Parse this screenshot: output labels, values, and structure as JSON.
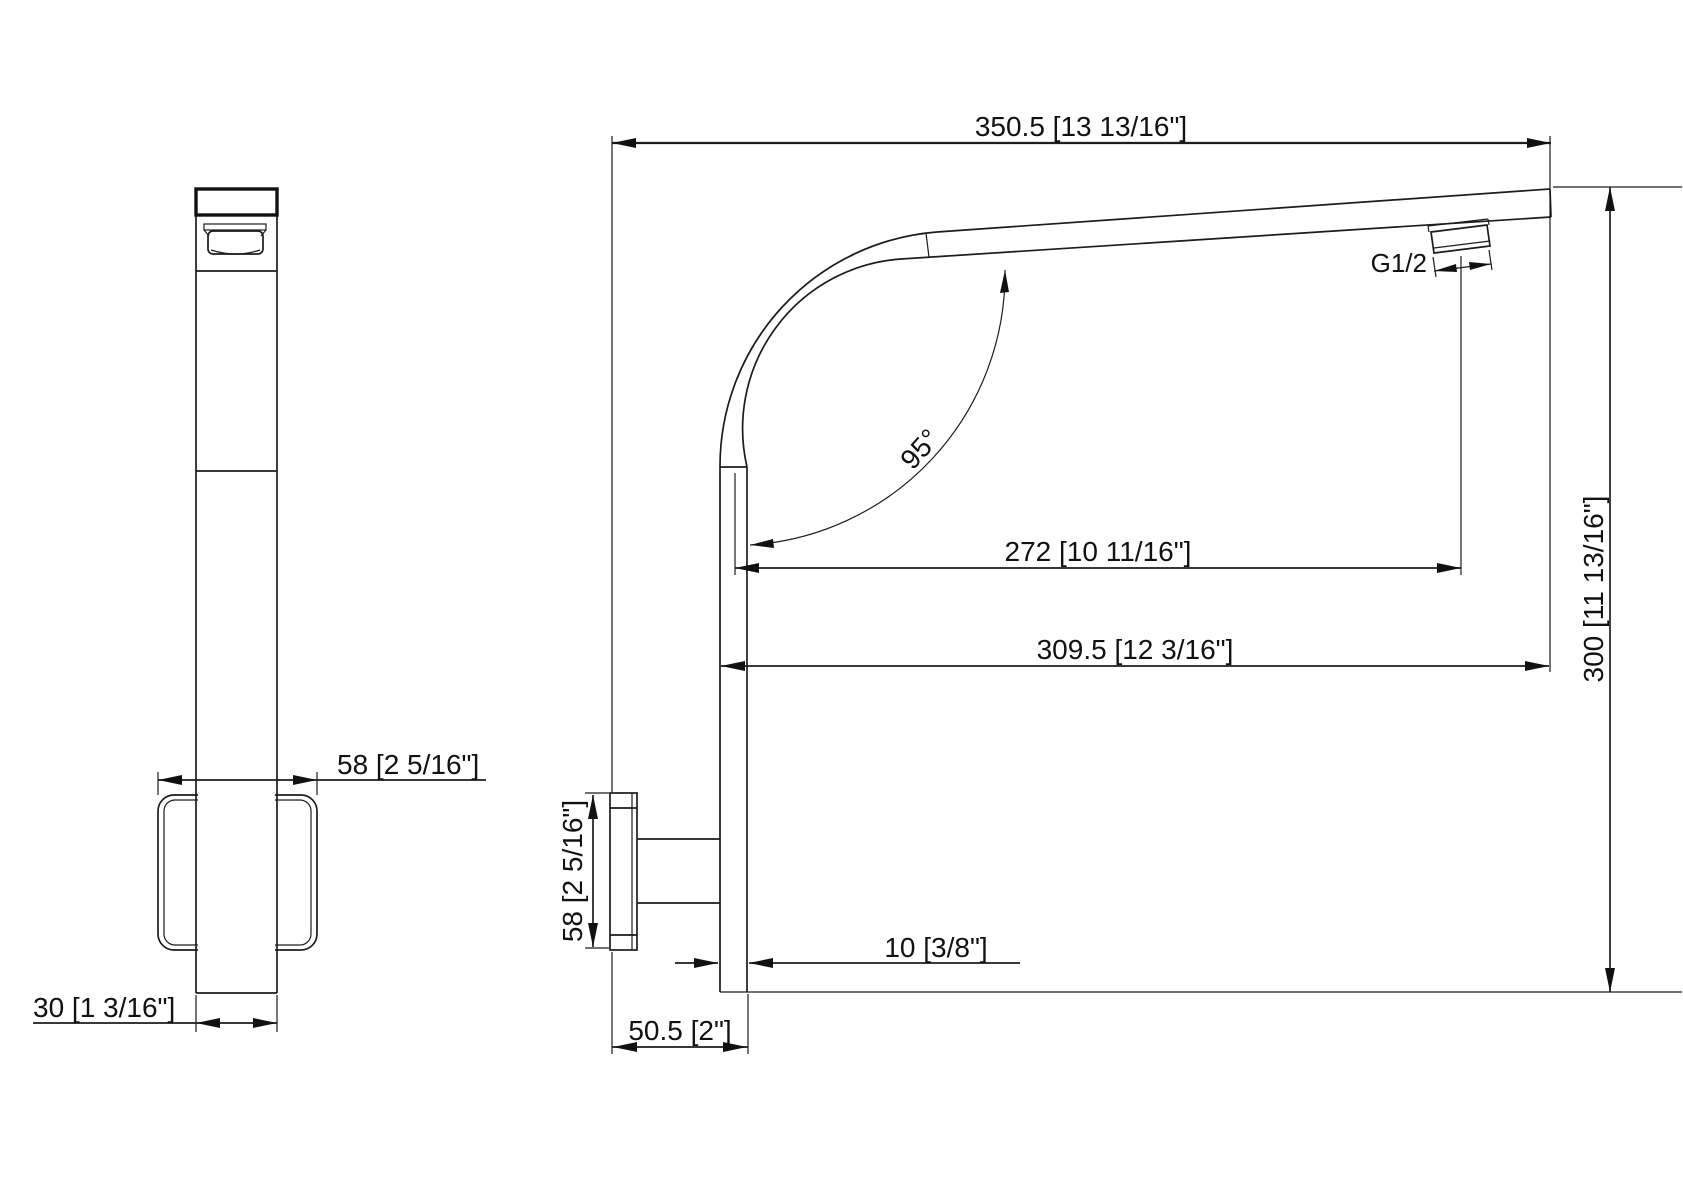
{
  "drawing": {
    "kind": "shower-arm-dimension-drawing",
    "units": "mm [inch]",
    "dimensions": {
      "overall_length": "350.5 [13 13/16\"]",
      "nozzle_reach": "272 [10 11/16\"]",
      "wall_to_tip": "309.5 [12 3/16\"]",
      "drop_height": "300 [11 13/16\"]",
      "escutcheon_front": "58 [2 5/16\"]",
      "escutcheon_side": "58 [2 5/16\"]",
      "bar_width": "30 [1 3/16\"]",
      "bar_depth": "10 [3/8\"]",
      "wall_projection": "50.5 [2\"]",
      "bend_angle": "95°",
      "thread_size": "G1/2"
    },
    "line_color": "#1c1c1c",
    "background": "#ffffff"
  }
}
